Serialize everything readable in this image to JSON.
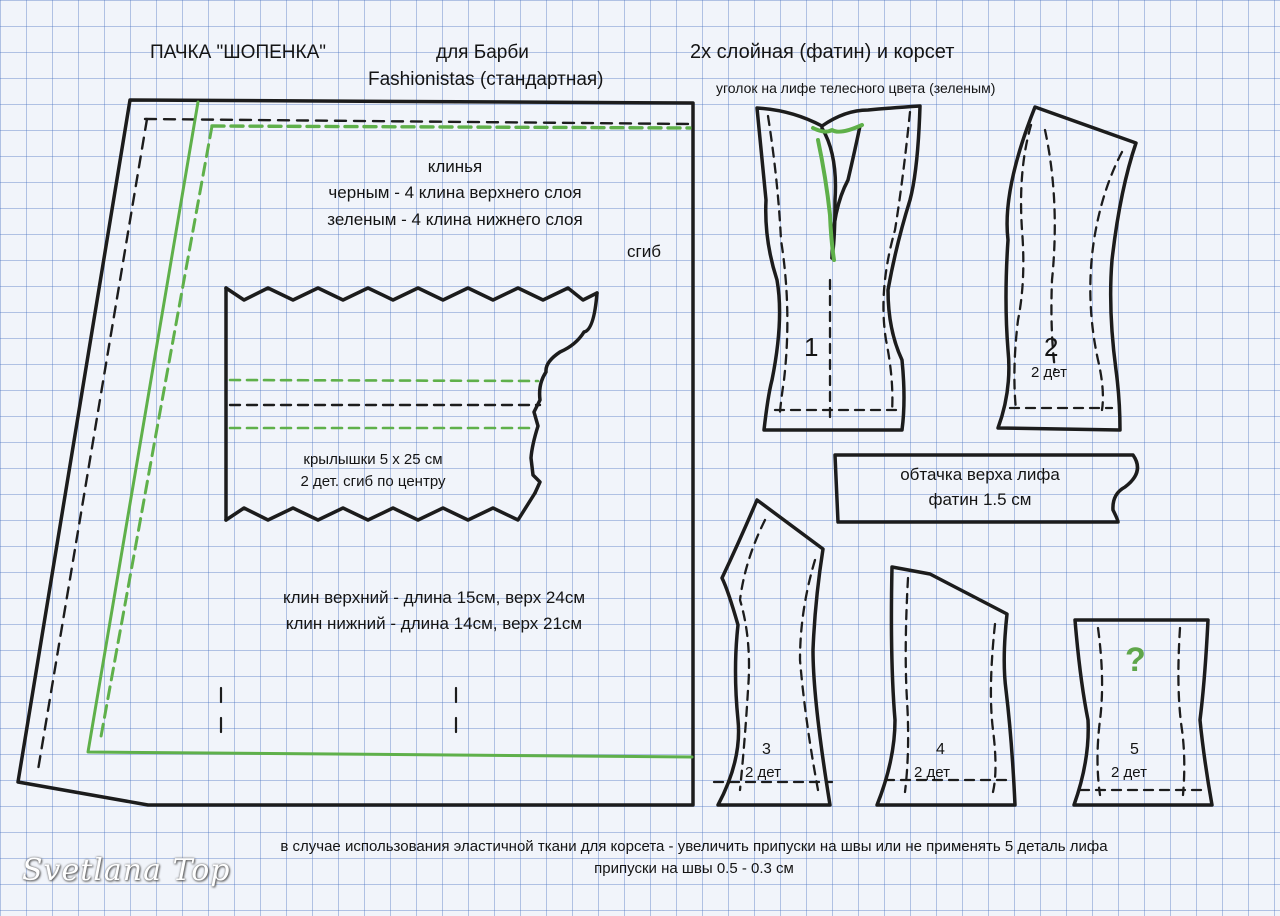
{
  "header": {
    "title": "ПАЧКА \"ШОПЕНКА\"",
    "for_line1": "для Барби",
    "for_line2": "Fashionistas (стандартная)",
    "layers": "2х слойная (фатин) и корсет",
    "corner_note": "уголок на лифе телесного цвета (зеленым)"
  },
  "skirt": {
    "wedges_title": "клинья",
    "wedges_black": "черным - 4 клина верхнего слоя",
    "wedges_green": "зеленым - 4 клина нижнего слоя",
    "fold": "сгиб",
    "wedge_upper": "клин верхний - длина 15см, верх 24см",
    "wedge_lower": "клин нижний - длина 14см, верх 21см"
  },
  "wings": {
    "line1": "крылышки 5 х 25 см",
    "line2": "2 дет. сгиб по центру"
  },
  "bodice": {
    "piece1_num": "1",
    "piece2_num": "2",
    "piece2_count": "2 дет",
    "facing_line1": "обтачка верха лифа",
    "facing_line2": "фатин 1.5 см",
    "piece3_num": "3",
    "piece3_count": "2 дет",
    "piece4_num": "4",
    "piece4_count": "2 дет",
    "piece5_num": "5",
    "piece5_count": "2 дет",
    "question_mark": "?"
  },
  "footer": {
    "note1": "в случае использования эластичной ткани для корсета - увеличить припуски на швы или не применять 5 деталь лифа",
    "note2": "припуски на швы 0.5 - 0.3 см"
  },
  "signature": "Svetlana Top",
  "colors": {
    "ink": "#1a1a1a",
    "green": "#5fb04a",
    "grid": "#4f7fd0",
    "paper": "#f1f4fa"
  }
}
